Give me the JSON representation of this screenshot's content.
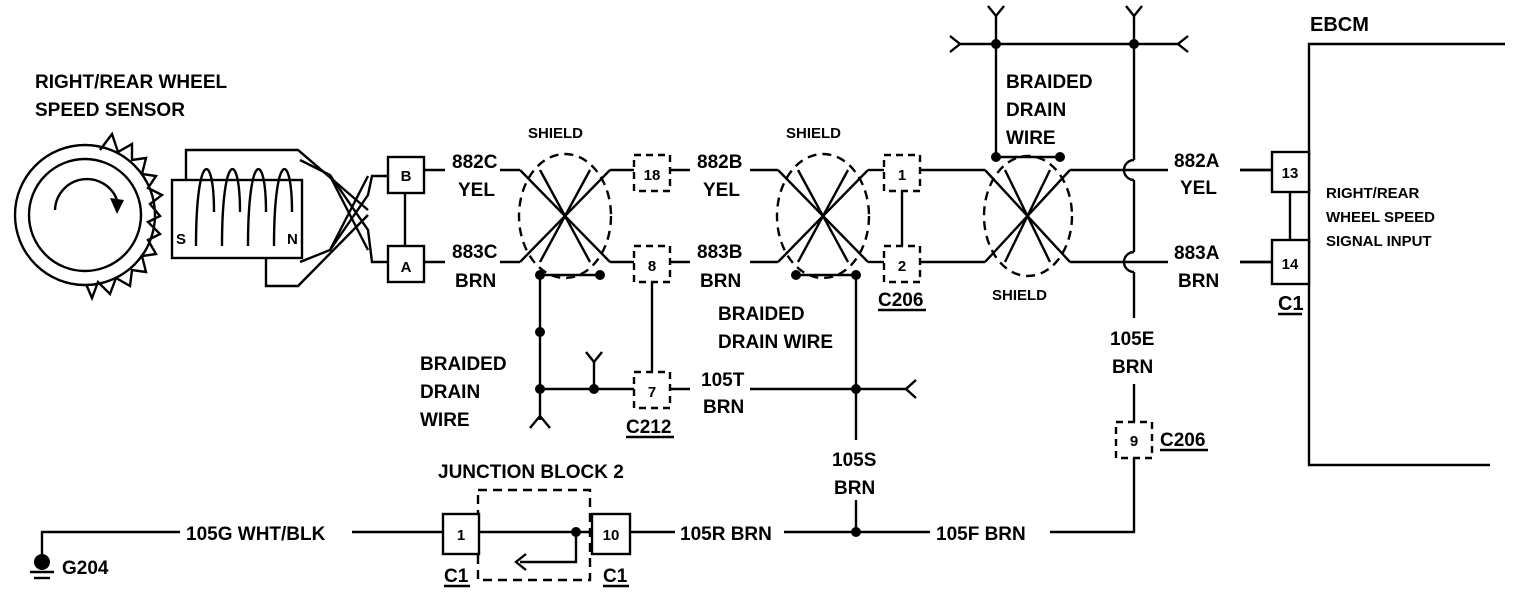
{
  "module": {
    "name": "EBCM",
    "input_label": [
      "RIGHT/REAR",
      "WHEEL SPEED",
      "SIGNAL INPUT"
    ],
    "connector": "C1",
    "pins": [
      "13",
      "14"
    ]
  },
  "sensor": {
    "label": [
      "RIGHT/REAR WHEEL",
      "SPEED SENSOR"
    ],
    "pole_s": "S",
    "pole_n": "N",
    "pins": [
      "B",
      "A"
    ]
  },
  "wires": {
    "w882c": "882C",
    "yel1": "YEL",
    "w883c": "883C",
    "brn1": "BRN",
    "w882b": "882B",
    "yel2": "YEL",
    "w883b": "883B",
    "brn2": "BRN",
    "w882a": "882A",
    "yel3": "YEL",
    "w883a": "883A",
    "brn3": "BRN",
    "w105t": "105T",
    "brn_t": "BRN",
    "w105s": "105S",
    "brn_s": "BRN",
    "w105e": "105E",
    "brn_e": "BRN",
    "w105g": "105G WHT/BLK",
    "w105r": "105R BRN",
    "w105f": "105F BRN"
  },
  "shields": [
    "SHIELD",
    "SHIELD",
    "SHIELD"
  ],
  "drain_labels": {
    "left": [
      "BRAIDED",
      "DRAIN",
      "WIRE"
    ],
    "mid": [
      "BRAIDED",
      "DRAIN WIRE"
    ],
    "right": [
      "BRAIDED",
      "DRAIN",
      "WIRE"
    ]
  },
  "connectors": {
    "c212": {
      "name": "C212",
      "pins": [
        "18",
        "8",
        "7"
      ]
    },
    "c206a": {
      "name": "C206",
      "pins": [
        "1",
        "2"
      ]
    },
    "c206b": {
      "name": "C206",
      "pins": [
        "9"
      ]
    }
  },
  "junction_block": {
    "title": "JUNCTION BLOCK 2",
    "pin_left": "1",
    "pin_right": "10",
    "conn_left": "C1",
    "conn_right": "C1"
  },
  "ground": {
    "name": "G204"
  }
}
